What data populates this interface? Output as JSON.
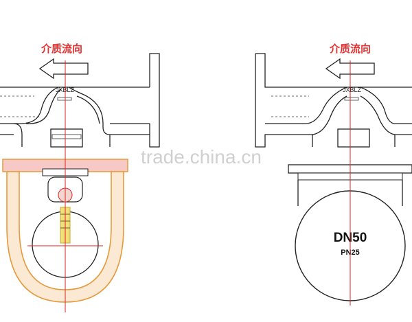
{
  "left_view": {
    "flow_label": "介质流向",
    "model_label": "JXBLZ"
  },
  "right_view": {
    "flow_label": "介质流向",
    "model_label": "JXBLZ",
    "size_label": "DN50",
    "pressure_label": "PN25"
  },
  "watermark": "trade.china.cn",
  "colors": {
    "flow_text": "#e53030",
    "center_line": "#d22222",
    "housing_outline": "#e69a3c",
    "housing_fill": "#fbe9d3",
    "top_plate_fill": "#f7c9c6",
    "float_stem": "#e8d24a"
  }
}
